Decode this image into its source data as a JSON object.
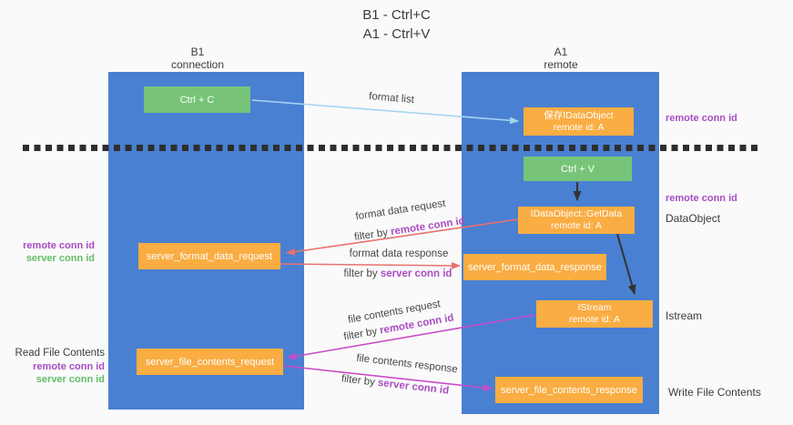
{
  "title": {
    "line1": "B1 - Ctrl+C",
    "line2": "A1 - Ctrl+V"
  },
  "columns": {
    "left": {
      "title": "B1",
      "subtitle": "connection"
    },
    "right": {
      "title": "A1",
      "subtitle": "remote"
    }
  },
  "boxes": {
    "ctrl_c": {
      "label": "Ctrl + C"
    },
    "save_idataobject": {
      "line1": "保存IDataObject",
      "line2": "remote id: A"
    },
    "ctrl_v": {
      "label": "Ctrl + V"
    },
    "getdata": {
      "line1": "IDataObject::GetData",
      "line2": "remote id: A"
    },
    "format_request": {
      "label": "server_format_data_request"
    },
    "format_response": {
      "label": "server_format_data_response"
    },
    "istream": {
      "line1": "IStream",
      "line2": "remote id: A"
    },
    "file_request": {
      "label": "server_file_contents_request"
    },
    "file_response": {
      "label": "server_file_contents_response"
    }
  },
  "flow_labels": {
    "format_list": "format list",
    "format_data_request": "format data request",
    "format_data_response": "format data response",
    "file_contents_request": "file contents request",
    "file_contents_response": "file contents response",
    "filter_by": "filter by ",
    "remote_conn_id": "remote conn id",
    "server_conn_id": "server conn id"
  },
  "side_labels": {
    "left_format": {
      "remote": "remote conn id",
      "server": "server conn id"
    },
    "left_file": {
      "title": "Read File Contents",
      "remote": "remote conn id",
      "server": "server conn id"
    },
    "right_top": "remote conn id",
    "right_mid": "remote conn id",
    "right_dataobject": "DataObject",
    "right_istream": "Istream",
    "right_write": "Write File Contents"
  },
  "colors": {
    "column_blue": "#4a80d2",
    "box_green": "#77c479",
    "box_orange": "#f9ad42",
    "arrow_light_blue": "#a6d5f2",
    "arrow_red": "#e8716e",
    "arrow_magenta": "#ca4bc8",
    "arrow_black": "#333333",
    "label_purple": "#a94cc3",
    "label_green": "#63bd66"
  }
}
